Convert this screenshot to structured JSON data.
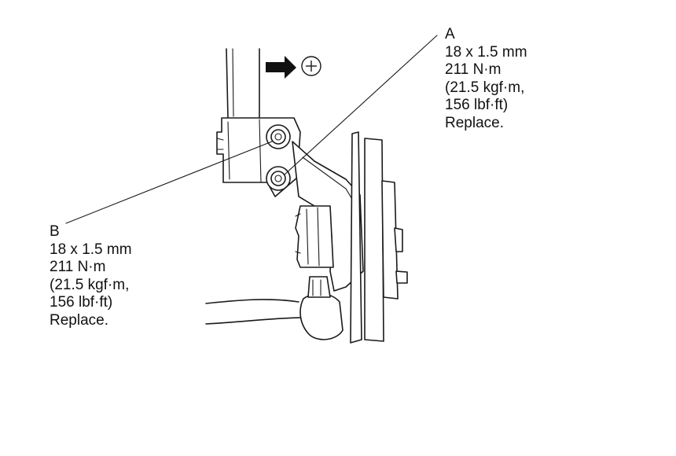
{
  "callouts": {
    "a": {
      "letter": "A",
      "size": "18 x 1.5 mm",
      "torque_nm": "211 N·m",
      "torque_kgf": "(21.5 kgf·m,",
      "torque_lbf": "156 lbf·ft)",
      "note": "Replace."
    },
    "b": {
      "letter": "B",
      "size": "18 x 1.5 mm",
      "torque_nm": "211 N·m",
      "torque_kgf": "(21.5 kgf·m,",
      "torque_lbf": "156 lbf·ft)",
      "note": "Replace."
    }
  },
  "icons": {
    "direction": "arrow-right-icon",
    "front": "plus-circle-icon"
  }
}
